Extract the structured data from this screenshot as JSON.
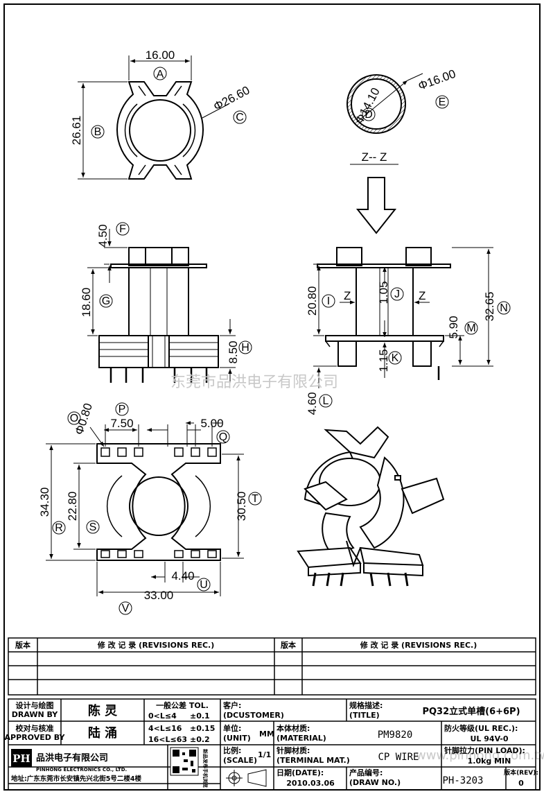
{
  "watermark_cn": "东莞市品洪电子有限公司",
  "watermark_url": "www.pinhong.com.tw",
  "dims": {
    "a": "16.00",
    "b": "26.61",
    "c": "Φ26.60",
    "d": "Φ14.10",
    "e": "Φ16.00",
    "f": "4.50",
    "g": "18.60",
    "h": "8.50",
    "i": "20.80",
    "j": "1.05",
    "k": "1.15",
    "l": "4.60",
    "m": "5.90",
    "n": "32.65",
    "o": "Φ0.80",
    "p": "7.50",
    "q": "5.00",
    "r": "34.30",
    "s": "22.80",
    "t": "30.50",
    "u": "4.40",
    "v": "33.00"
  },
  "letters": [
    "A",
    "B",
    "C",
    "D",
    "E",
    "F",
    "G",
    "H",
    "I",
    "J",
    "K",
    "L",
    "M",
    "N",
    "O",
    "P",
    "Q",
    "R",
    "S",
    "T",
    "U",
    "V"
  ],
  "section": {
    "title": "Z-- Z",
    "z": "Z"
  },
  "revisions": {
    "col_ver": "版本",
    "col_rec": "修 改 记 录 (REVISIONS REC.)"
  },
  "titleblock": {
    "design_cn": "设计与绘图",
    "design_en": "DRAWN BY",
    "designer": "陈 灵",
    "check_cn": "校对与核准",
    "check_en": "APPROVED BY",
    "checker": "陆 涌",
    "tol_title": "一般公差 TOL.",
    "tol_rows": [
      {
        "range": "0<L≤4",
        "val": "±0.1"
      },
      {
        "range": "4<L≤16",
        "val": "±0.15"
      },
      {
        "range": "16<L≤63",
        "val": "±0.2"
      }
    ],
    "customer_cn": "客户:",
    "customer_en": "(DCUSTOMER)",
    "title_cn": "规格描述:",
    "title_en": "(TITLE)",
    "title": "PQ32立式单槽(6+6P)",
    "unit_cn": "单位:",
    "unit_en": "(UNIT)",
    "unit": "MM",
    "material_cn": "本体材质:",
    "material_en": "(MATERIAL)",
    "material": "PM9820",
    "ul_cn": "防火等级(UL REC.):",
    "ul": "UL 94V-0",
    "scale_cn": "比例:",
    "scale_en": "(SCALE)",
    "scale": "1/1",
    "terminal_cn": "针脚材质:",
    "terminal_en": "(TERMINAL MAT.)",
    "terminal": "CP WIRE",
    "pinload_cn": "针脚拉力(PIN LOAD):",
    "pinload": "1.0kg MIN",
    "date_cn": "日期(DATE):",
    "date": "2010.03.06",
    "drawno_cn": "产品编号:",
    "drawno_en": "(DRAW NO.)",
    "drawno": "PH-3203",
    "rev_cn": "版本(REV):",
    "rev": "0",
    "company_cn": "品洪电子有限公司",
    "company_en": "PINHONG ELECTRONICS CO., LTD.",
    "address": "地址:广东东莞市长安镇先兴北街5号二楼4楼",
    "qr_note": "新品发布手机浏览"
  }
}
